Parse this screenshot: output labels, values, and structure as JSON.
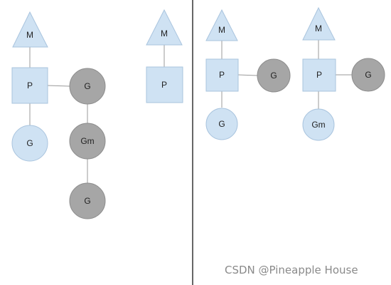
{
  "colors": {
    "light_fill": "#cfe2f3",
    "light_stroke": "#a9c4de",
    "dark_fill": "#a6a6a6",
    "dark_stroke": "#8c8c8c",
    "edge": "#9a9a9a",
    "divider": "#000000"
  },
  "diagram": {
    "left": {
      "m1": "M",
      "p1": "P",
      "g_running": "G",
      "g_local": "G",
      "gm": "Gm",
      "g_bottom": "G",
      "m2": "M",
      "p2": "P"
    },
    "right": {
      "m1": "M",
      "p1": "P",
      "g_running_1": "G",
      "g_local_1": "G",
      "m2": "M",
      "p2": "P",
      "g_running_2": "G",
      "gm": "Gm"
    }
  },
  "watermark": "CSDN @Pineapple House"
}
